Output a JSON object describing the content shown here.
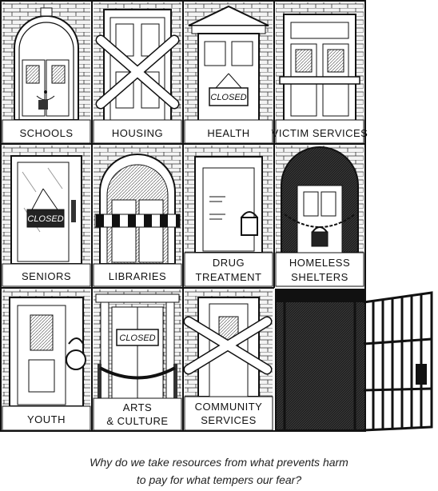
{
  "panels": [
    {
      "label": "SCHOOLS"
    },
    {
      "label": "HOUSING"
    },
    {
      "label": "HEALTH",
      "sign": "CLOSED"
    },
    {
      "label": "VICTIM SERVICES"
    },
    {
      "label": "SENIORS",
      "sign": "CLOSED"
    },
    {
      "label": "LIBRARIES"
    },
    {
      "label_line1": "DRUG",
      "label_line2": "TREATMENT"
    },
    {
      "label_line1": "HOMELESS",
      "label_line2": "SHELTERS"
    },
    {
      "label": "YOUTH"
    },
    {
      "label_line1": "ARTS",
      "label_line2": "& CULTURE",
      "sign": "CLOSED"
    },
    {
      "label_line1": "COMMUNITY",
      "label_line2": "SERVICES"
    }
  ],
  "caption": {
    "line1": "Why do we take resources from what prevents harm",
    "line2": "to pay for what tempers our fear?"
  }
}
